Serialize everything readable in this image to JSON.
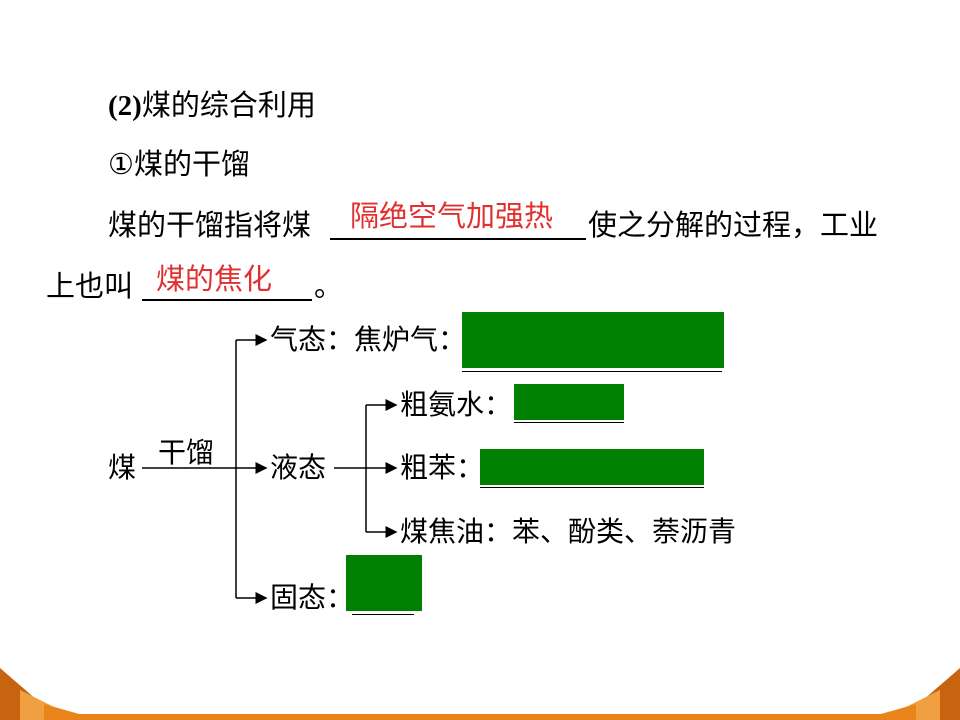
{
  "heading": {
    "number": "(2)",
    "text": "煤的综合利用"
  },
  "subheading": "①煤的干馏",
  "definition": {
    "line1_before": "煤的干馏指将煤",
    "blank1_answer": "隔绝空气加强热",
    "line1_after": "使之分解的过程，工业",
    "line2_before": "上也叫",
    "blank2_answer": "煤的焦化",
    "line2_after": "。"
  },
  "diagram": {
    "source": "煤",
    "process": "干馏",
    "gas": {
      "label": "气态",
      "colon": "：",
      "product": "焦炉气",
      "product_colon": "："
    },
    "liquid": {
      "label": "液态",
      "items": [
        {
          "label": "粗氨水",
          "colon": "："
        },
        {
          "label": "粗苯",
          "colon": "："
        },
        {
          "label": "煤焦油",
          "colon": "：",
          "value": "苯、酚类、萘沥青"
        }
      ]
    },
    "solid": {
      "label": "固态",
      "colon": "："
    }
  },
  "colors": {
    "answer_red": "#e03030",
    "cover_green": "#008000",
    "footer_orange": "#e8841a"
  }
}
